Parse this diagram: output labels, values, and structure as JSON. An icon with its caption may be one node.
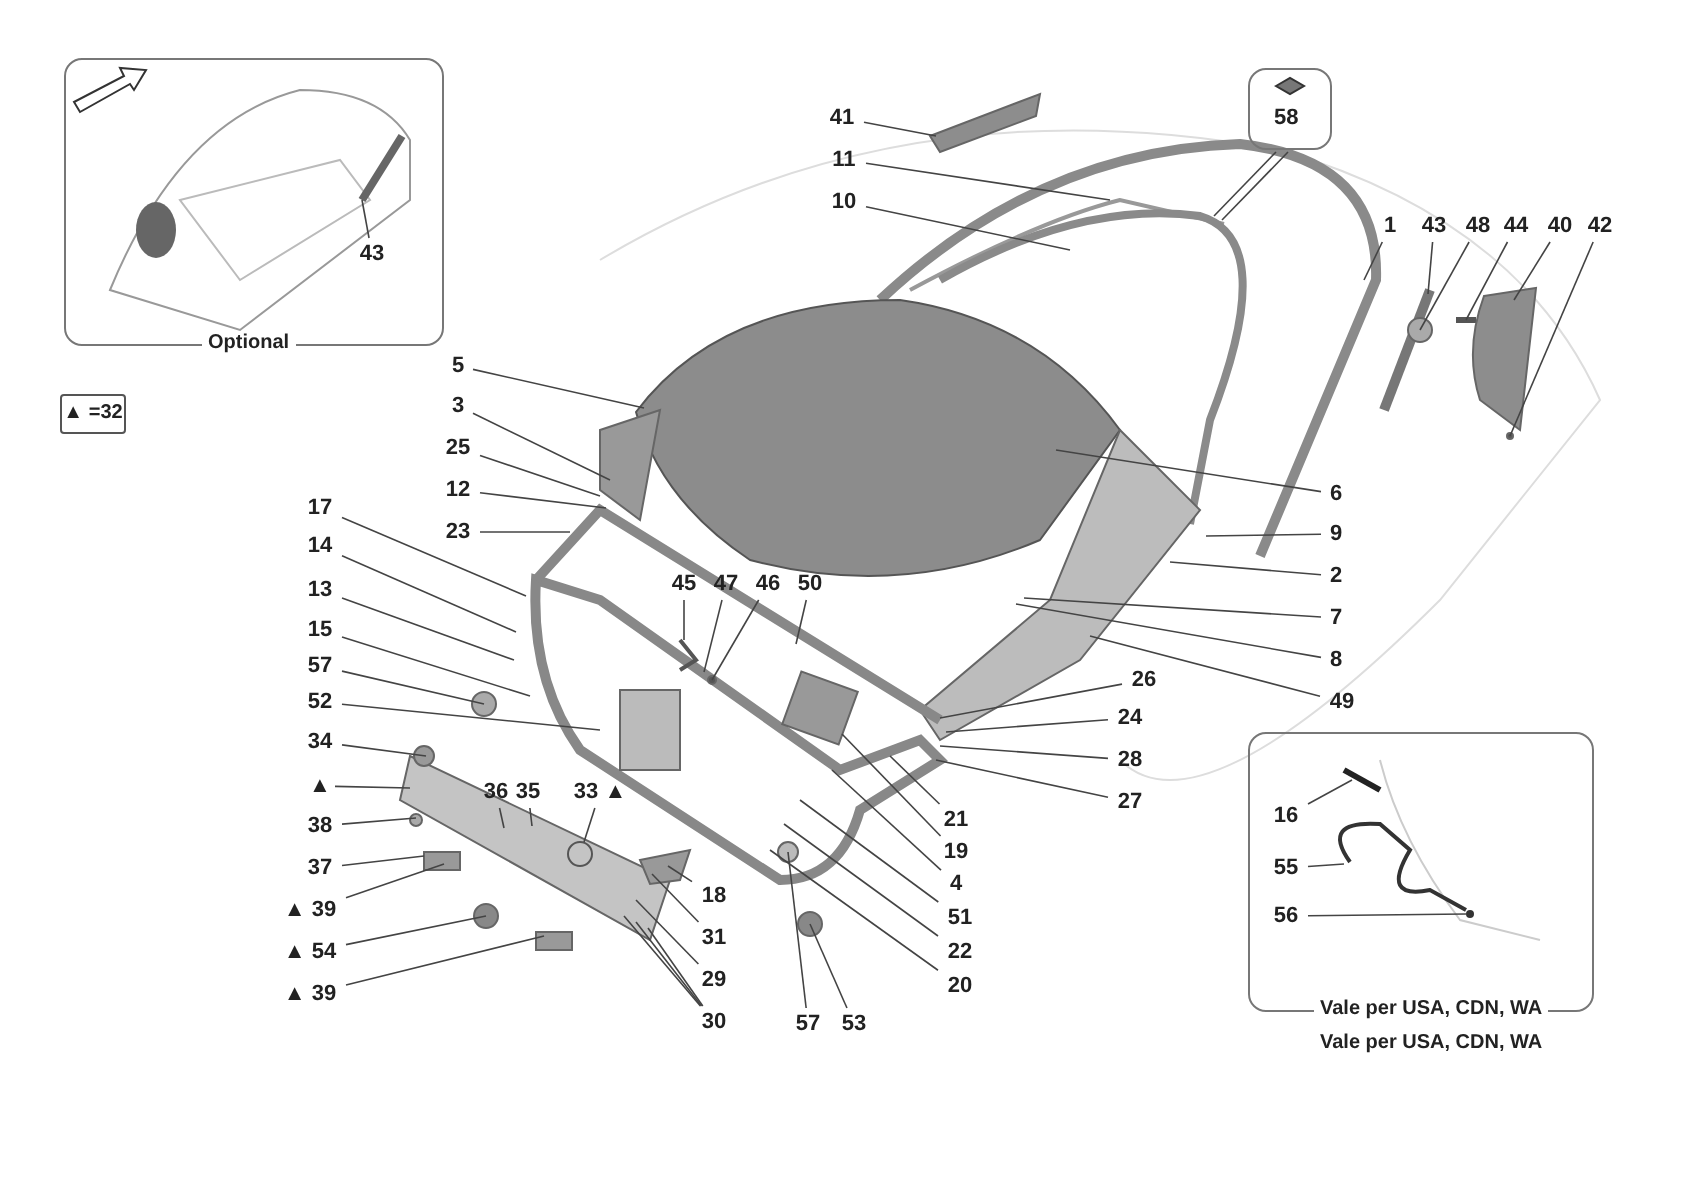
{
  "diagram": {
    "nodes": [
      {
        "text": [
          "Optional"
        ]
      },
      {
        "text": [
          "43"
        ],
        "in": 0
      },
      {
        "text": [
          "▲ =32"
        ]
      },
      {
        "text": [
          "41"
        ]
      },
      {
        "text": [
          "11"
        ]
      },
      {
        "text": [
          "10"
        ]
      },
      {
        "text": [
          "58"
        ]
      },
      {
        "text": [
          "1"
        ]
      },
      {
        "text": [
          "43"
        ]
      },
      {
        "text": [
          "48"
        ]
      },
      {
        "text": [
          "44"
        ]
      },
      {
        "text": [
          "40"
        ]
      },
      {
        "text": [
          "42"
        ]
      },
      {
        "text": [
          "5"
        ]
      },
      {
        "text": [
          "3"
        ]
      },
      {
        "text": [
          "25"
        ]
      },
      {
        "text": [
          "12"
        ]
      },
      {
        "text": [
          "23"
        ]
      },
      {
        "text": [
          "17"
        ]
      },
      {
        "text": [
          "14"
        ]
      },
      {
        "text": [
          "13"
        ]
      },
      {
        "text": [
          "15"
        ]
      },
      {
        "text": [
          "57"
        ]
      },
      {
        "text": [
          "52"
        ]
      },
      {
        "text": [
          "34"
        ]
      },
      {
        "text": [
          "▲"
        ]
      },
      {
        "text": [
          "38"
        ]
      },
      {
        "text": [
          "37"
        ]
      },
      {
        "text": [
          "▲ 39"
        ]
      },
      {
        "text": [
          "▲ 54"
        ]
      },
      {
        "text": [
          "▲ 39"
        ]
      },
      {
        "text": [
          "36"
        ]
      },
      {
        "text": [
          "35"
        ]
      },
      {
        "text": [
          "33 ▲"
        ]
      },
      {
        "text": [
          "45"
        ]
      },
      {
        "text": [
          "47"
        ]
      },
      {
        "text": [
          "46"
        ]
      },
      {
        "text": [
          "50"
        ]
      },
      {
        "text": [
          "6"
        ]
      },
      {
        "text": [
          "9"
        ]
      },
      {
        "text": [
          "2"
        ]
      },
      {
        "text": [
          "7"
        ]
      },
      {
        "text": [
          "8"
        ]
      },
      {
        "text": [
          "49"
        ]
      },
      {
        "text": [
          "26"
        ]
      },
      {
        "text": [
          "24"
        ]
      },
      {
        "text": [
          "28"
        ]
      },
      {
        "text": [
          "27"
        ]
      },
      {
        "text": [
          "21"
        ]
      },
      {
        "text": [
          "19"
        ]
      },
      {
        "text": [
          "4"
        ]
      },
      {
        "text": [
          "51"
        ]
      },
      {
        "text": [
          "22"
        ]
      },
      {
        "text": [
          "20"
        ]
      },
      {
        "text": [
          "18"
        ]
      },
      {
        "text": [
          "31"
        ]
      },
      {
        "text": [
          "29"
        ]
      },
      {
        "text": [
          "30"
        ]
      },
      {
        "text": [
          "57"
        ]
      },
      {
        "text": [
          "53"
        ]
      },
      {
        "text": [
          "Vale per USA, CDN, WA",
          "Vale per USA, CDN, WA"
        ]
      },
      {
        "text": [
          "16"
        ],
        "in": 60
      },
      {
        "text": [
          "55"
        ],
        "in": 60
      },
      {
        "text": [
          "56"
        ],
        "in": 60
      }
    ],
    "edges": [
      {
        "from": 1,
        "to": null,
        "arrow": "none"
      },
      {
        "from": 3,
        "to": null,
        "arrow": "none"
      },
      {
        "from": 4,
        "to": null,
        "arrow": "none"
      },
      {
        "from": 5,
        "to": null,
        "arrow": "none"
      },
      {
        "from": 6,
        "to": null,
        "arrow": "none"
      },
      {
        "from": 6,
        "to": null,
        "arrow": "none"
      },
      {
        "from": 7,
        "to": null,
        "arrow": "none"
      },
      {
        "from": 8,
        "to": null,
        "arrow": "none"
      },
      {
        "from": 9,
        "to": null,
        "arrow": "none"
      },
      {
        "from": 10,
        "to": null,
        "arrow": "none"
      },
      {
        "from": 11,
        "to": null,
        "arrow": "none"
      },
      {
        "from": 12,
        "to": null,
        "arrow": "none"
      },
      {
        "from": 13,
        "to": null,
        "arrow": "none"
      },
      {
        "from": 14,
        "to": null,
        "arrow": "none"
      },
      {
        "from": 15,
        "to": null,
        "arrow": "none"
      },
      {
        "from": 16,
        "to": null,
        "arrow": "none"
      },
      {
        "from": 17,
        "to": null,
        "arrow": "none"
      },
      {
        "from": 18,
        "to": null,
        "arrow": "none"
      },
      {
        "from": 19,
        "to": null,
        "arrow": "none"
      },
      {
        "from": 20,
        "to": null,
        "arrow": "none"
      },
      {
        "from": 21,
        "to": null,
        "arrow": "none"
      },
      {
        "from": 22,
        "to": null,
        "arrow": "none"
      },
      {
        "from": 23,
        "to": null,
        "arrow": "none"
      },
      {
        "from": 24,
        "to": null,
        "arrow": "none"
      },
      {
        "from": 25,
        "to": null,
        "arrow": "none"
      },
      {
        "from": 26,
        "to": null,
        "arrow": "none"
      },
      {
        "from": 27,
        "to": null,
        "arrow": "none"
      },
      {
        "from": 28,
        "to": null,
        "arrow": "none"
      },
      {
        "from": 29,
        "to": null,
        "arrow": "none"
      },
      {
        "from": 30,
        "to": null,
        "arrow": "none"
      },
      {
        "from": 31,
        "to": null,
        "arrow": "none"
      },
      {
        "from": 32,
        "to": null,
        "arrow": "none"
      },
      {
        "from": 33,
        "to": null,
        "arrow": "none"
      },
      {
        "from": 34,
        "to": null,
        "arrow": "none"
      },
      {
        "from": 35,
        "to": null,
        "arrow": "none"
      },
      {
        "from": 36,
        "to": null,
        "arrow": "none"
      },
      {
        "from": 37,
        "to": null,
        "arrow": "none"
      },
      {
        "from": 38,
        "to": null,
        "arrow": "none"
      },
      {
        "from": 39,
        "to": null,
        "arrow": "none"
      },
      {
        "from": 40,
        "to": null,
        "arrow": "none"
      },
      {
        "from": 41,
        "to": null,
        "arrow": "none"
      },
      {
        "from": 42,
        "to": null,
        "arrow": "none"
      },
      {
        "from": 43,
        "to": null,
        "arrow": "none"
      },
      {
        "from": 44,
        "to": null,
        "arrow": "none"
      },
      {
        "from": 45,
        "to": null,
        "arrow": "none"
      },
      {
        "from": 46,
        "to": null,
        "arrow": "none"
      },
      {
        "from": 47,
        "to": null,
        "arrow": "none"
      },
      {
        "from": 48,
        "to": null,
        "arrow": "none"
      },
      {
        "from": 49,
        "to": null,
        "arrow": "none"
      },
      {
        "from": 50,
        "to": null,
        "arrow": "none"
      },
      {
        "from": 51,
        "to": null,
        "arrow": "none"
      },
      {
        "from": 52,
        "to": null,
        "arrow": "none"
      },
      {
        "from": 53,
        "to": null,
        "arrow": "none"
      },
      {
        "from": 54,
        "to": null,
        "arrow": "none"
      },
      {
        "from": 55,
        "to": null,
        "arrow": "none"
      },
      {
        "from": 56,
        "to": null,
        "arrow": "none"
      },
      {
        "from": 57,
        "to": null,
        "arrow": "none"
      },
      {
        "from": 57,
        "to": null,
        "arrow": "none"
      },
      {
        "from": 57,
        "to": null,
        "arrow": "none"
      },
      {
        "from": 58,
        "to": null,
        "arrow": "none"
      },
      {
        "from": 59,
        "to": null,
        "arrow": "none"
      },
      {
        "from": 61,
        "to": null,
        "arrow": "none"
      },
      {
        "from": 62,
        "to": null,
        "arrow": "none"
      },
      {
        "from": 63,
        "to": null,
        "arrow": "none"
      }
    ]
  }
}
